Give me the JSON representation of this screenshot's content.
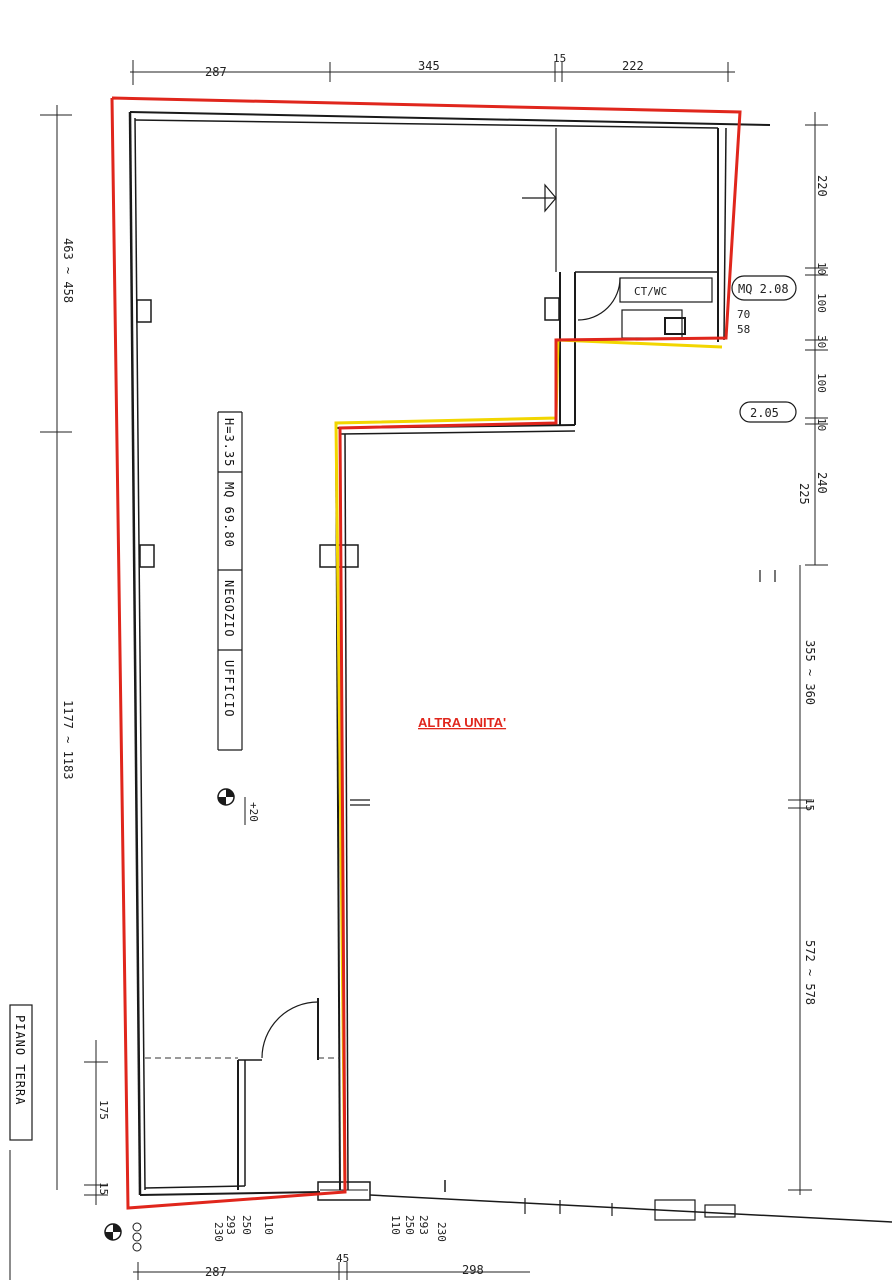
{
  "plan": {
    "floor_label": "PIANO TERRA",
    "room": {
      "height": "H=3.35",
      "area": "MQ 69.80",
      "use_1": "NEGOZIO",
      "use_2": "UFFICIO"
    },
    "wc_label": "CT/WC",
    "wc_area": "MQ 2.08",
    "other_area": "2.05",
    "other_unit": "ALTRA UNITA'",
    "level_mark": "+20",
    "dimensions_top": [
      "287",
      "345",
      "15",
      "222"
    ],
    "dimensions_bottom": [
      "287",
      "45",
      "298"
    ],
    "dimensions_left": [
      "463 ~ 458",
      "1177 ~ 1183",
      "175",
      "15"
    ],
    "dimensions_right": [
      "220",
      "10",
      "100",
      "30",
      "100",
      "10",
      "225",
      "240",
      "355 ~ 360",
      "15",
      "572 ~ 578"
    ],
    "small_dims": [
      "70",
      "58"
    ],
    "sill_dims": [
      "230",
      "293",
      "250",
      "110",
      "110",
      "250",
      "293",
      "230"
    ],
    "colors": {
      "boundary": "#e0261c",
      "shared_wall": "#f2d600",
      "walls": "#1a1a1a"
    }
  }
}
